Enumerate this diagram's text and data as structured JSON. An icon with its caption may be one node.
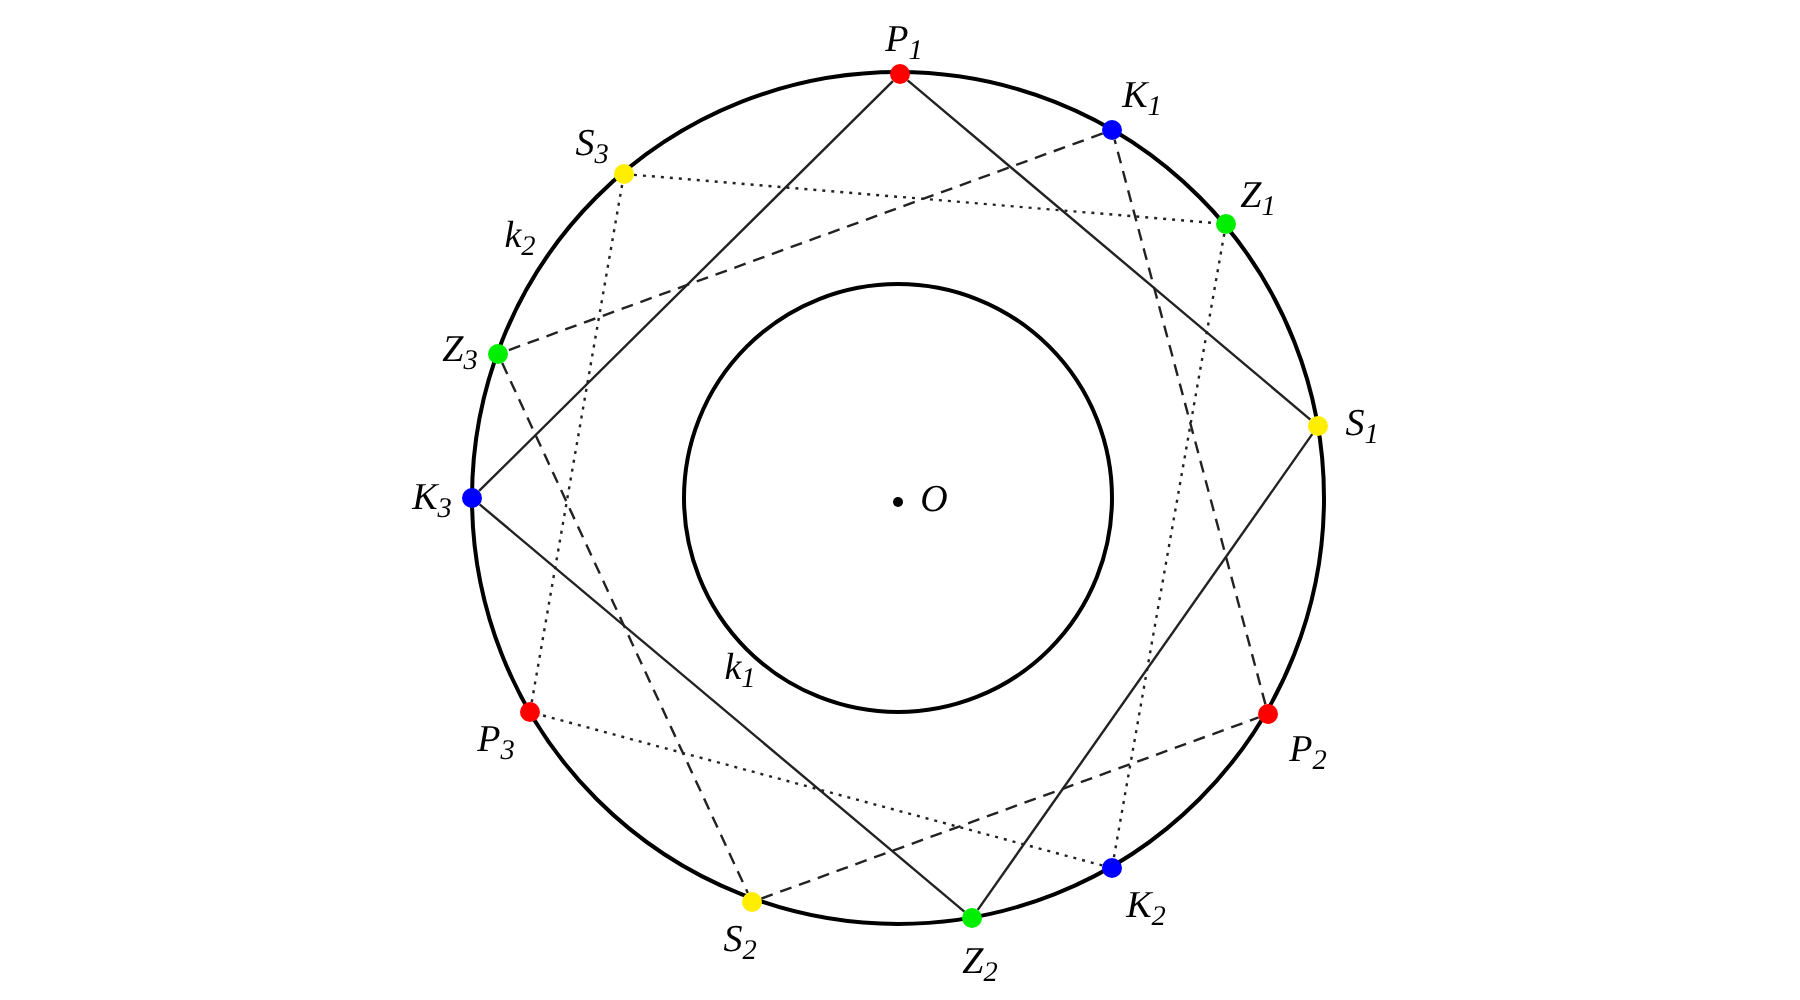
{
  "diagram": {
    "nodes": [
      {
        "text": [],
        "shape": "circle",
        "beside": [
          "P$_{1}$"
        ]
      },
      {
        "text": [],
        "shape": "circle",
        "beside": [
          "K$_{1}$"
        ]
      },
      {
        "text": [],
        "shape": "circle",
        "beside": [
          "Z$_{1}$"
        ]
      },
      {
        "text": [],
        "shape": "circle",
        "beside": [
          "S$_{1}$"
        ]
      },
      {
        "text": [],
        "shape": "circle",
        "beside": [
          "P$_{2}$"
        ]
      },
      {
        "text": [],
        "shape": "circle",
        "beside": [
          "K$_{2}$"
        ]
      },
      {
        "text": [],
        "shape": "circle",
        "beside": [
          "Z$_{2}$"
        ]
      },
      {
        "text": [],
        "shape": "circle",
        "beside": [
          "S$_{2}$"
        ]
      },
      {
        "text": [],
        "shape": "circle",
        "beside": [
          "P$_{3}$"
        ]
      },
      {
        "text": [],
        "shape": "circle",
        "beside": [
          "K$_{3}$"
        ]
      },
      {
        "text": [],
        "shape": "circle",
        "beside": [
          "Z$_{3}$"
        ]
      },
      {
        "text": [],
        "shape": "circle",
        "beside": [
          "S$_{3}$"
        ]
      }
    ],
    "edges": [
      {
        "from": 0,
        "to": 9,
        "arrow": "none"
      },
      {
        "from": 0,
        "to": 3,
        "arrow": "none"
      },
      {
        "from": 3,
        "to": 6,
        "arrow": "none"
      },
      {
        "from": 9,
        "to": 6,
        "arrow": "none"
      },
      {
        "from": 1,
        "to": 10,
        "arrow": "none",
        "style": "dashed"
      },
      {
        "from": 10,
        "to": 7,
        "arrow": "none",
        "style": "dashed"
      },
      {
        "from": 7,
        "to": 4,
        "arrow": "none",
        "style": "dashed"
      },
      {
        "from": 4,
        "to": 1,
        "arrow": "none",
        "style": "dashed"
      },
      {
        "from": 11,
        "to": 2,
        "arrow": "none",
        "style": "dashed"
      },
      {
        "from": 2,
        "to": 5,
        "arrow": "none",
        "style": "dashed"
      },
      {
        "from": 5,
        "to": 8,
        "arrow": "none",
        "style": "dashed"
      },
      {
        "from": 8,
        "to": 11,
        "arrow": "none",
        "style": "dashed"
      }
    ],
    "labels": [
      "k$_{2}$",
      "O",
      "k$_{1}$"
    ]
  }
}
